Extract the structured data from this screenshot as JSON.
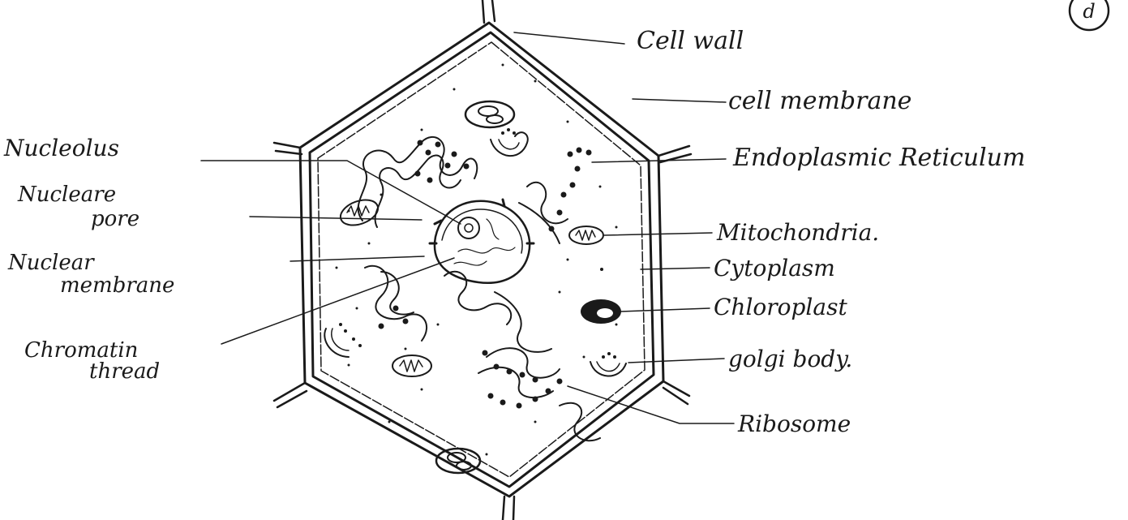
{
  "diagram": {
    "corner_mark": "d",
    "labels": {
      "cell_wall": "Cell wall",
      "cell_membrane": "cell membrane",
      "endoplasmic_reticulum": "Endoplasmic Reticulum",
      "mitochondria": "Mitochondria.",
      "cytoplasm": "Cytoplasm",
      "chloroplast": "Chloroplast",
      "golgi_body": "golgi body.",
      "ribosome": "Ribosome",
      "nucleolus": "Nucleolus",
      "nuclear_pore_line1": "Nucleare",
      "nuclear_pore_line2": "pore",
      "nuclear_membrane_line1": "Nuclear",
      "nuclear_membrane_line2": "membrane",
      "chromatin_line1": "Chromatin",
      "chromatin_line2": "thread"
    }
  }
}
